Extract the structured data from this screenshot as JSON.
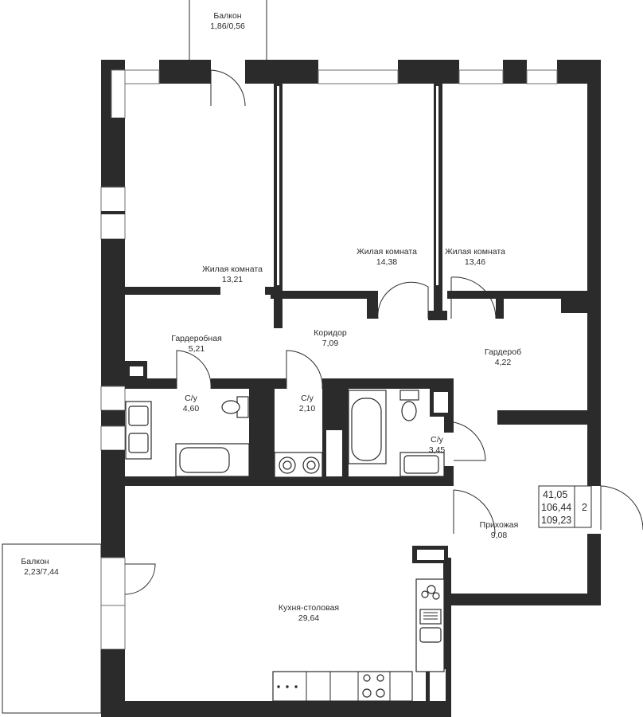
{
  "rooms": {
    "balcony_top": {
      "name": "Балкон",
      "area": "1,86/0,56"
    },
    "living_1": {
      "name": "Жилая комната",
      "area": "13,21"
    },
    "living_2": {
      "name": "Жилая комната",
      "area": "14,38"
    },
    "living_3": {
      "name": "Жилая комната",
      "area": "13,46"
    },
    "dressing_room": {
      "name": "Гардеробная",
      "area": "5,21"
    },
    "corridor": {
      "name": "Коридор",
      "area": "7,09"
    },
    "wardrobe": {
      "name": "Гардероб",
      "area": "4,22"
    },
    "bath_1": {
      "name": "С/у",
      "area": "4,60"
    },
    "bath_2": {
      "name": "С/у",
      "area": "2,10"
    },
    "bath_3": {
      "name": "С/у",
      "area": "3,45"
    },
    "hallway": {
      "name": "Прихожая",
      "area": "9,08"
    },
    "kitchen": {
      "name": "Кухня-столовая",
      "area": "29,64"
    },
    "balcony_left": {
      "name": "Балкон",
      "area": "2,23/7,44"
    }
  },
  "summary": {
    "living_area": "41,05",
    "total_area": "106,44",
    "total_area_with_balconies": "109,23",
    "room_count": "2"
  },
  "colors": {
    "wall": "#2b2b2b",
    "background": "#ffffff"
  }
}
